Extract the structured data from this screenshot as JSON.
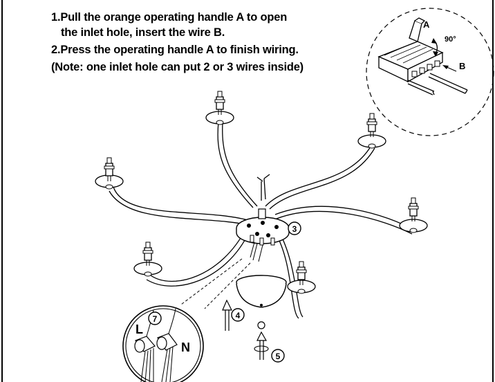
{
  "instructions": {
    "line1": "1.Pull the orange operating handle A to open",
    "line2": "the inlet hole, insert the wire B.",
    "line3": "2.Press the operating handle A to finish wiring.",
    "line4": "(Note: one inlet hole can put 2 or 3 wires inside)"
  },
  "connector_detail": {
    "handle_label": "A",
    "wire_label": "B",
    "angle_label": "90°"
  },
  "steps": {
    "step3": "3",
    "step4": "4",
    "step5": "5",
    "step7": "7"
  },
  "wires": {
    "live": "L",
    "neutral": "N"
  }
}
